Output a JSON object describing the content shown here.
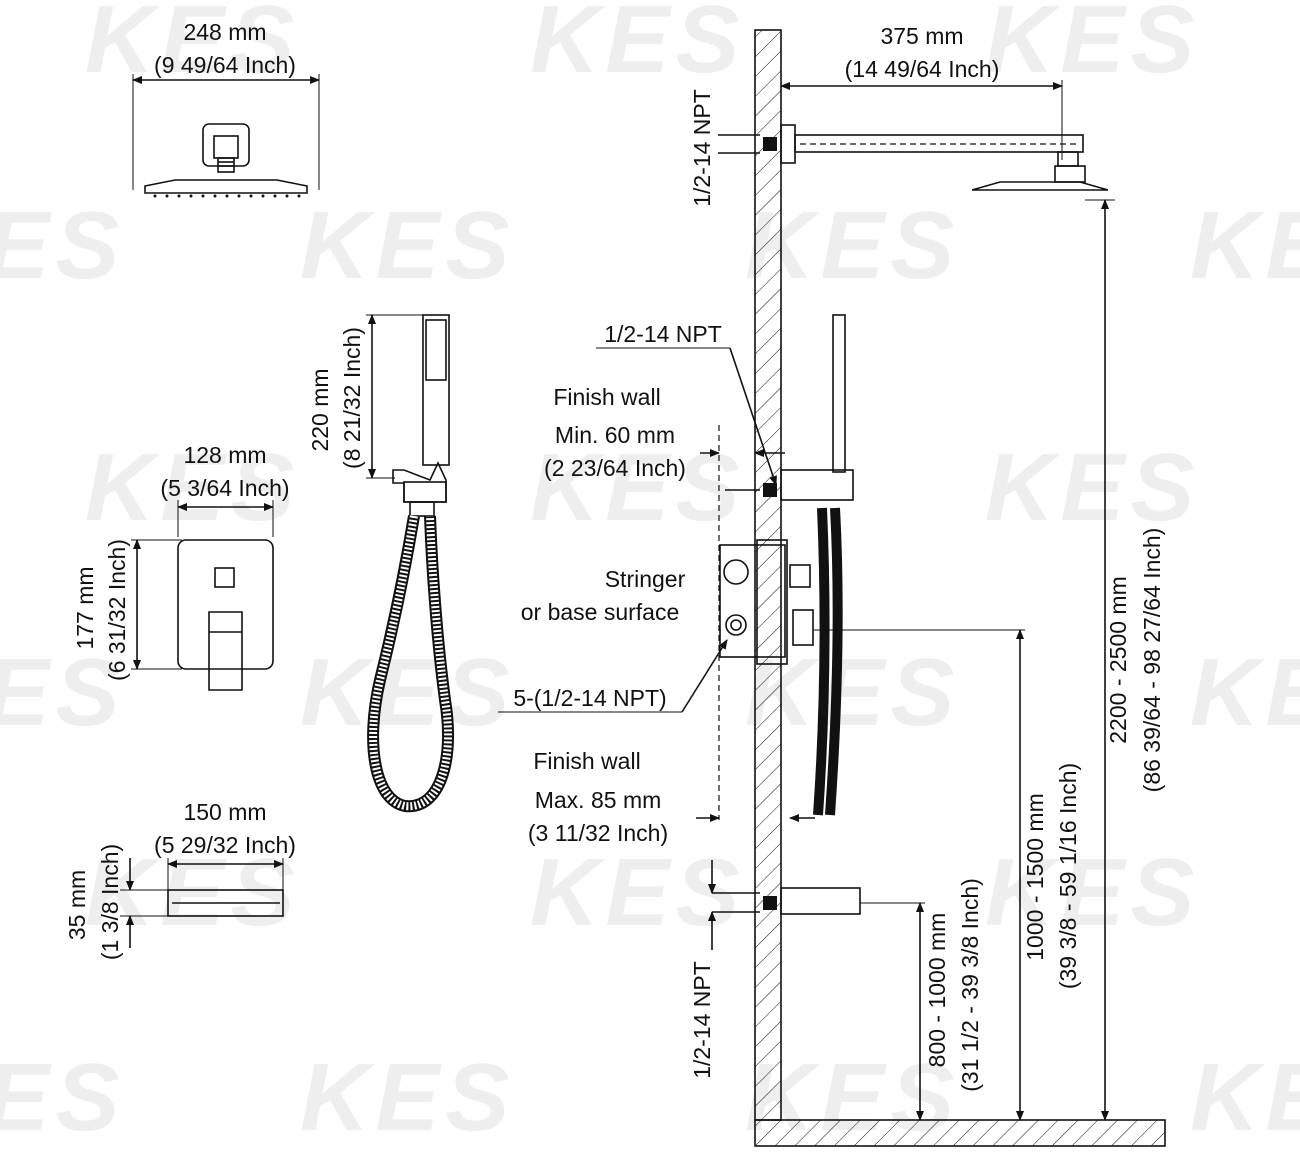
{
  "brand": {
    "watermark": "KES"
  },
  "colors": {
    "line": "#111111",
    "watermark": "#eeeeee",
    "background": "#ffffff"
  },
  "shower_head": {
    "width_mm": "248 mm",
    "width_in": "(9 49/64 Inch)"
  },
  "shower_arm": {
    "length_mm": "375 mm",
    "length_in": "(14 49/64 Inch)",
    "thread": "1/2-14 NPT"
  },
  "hand_shower": {
    "length_mm": "220 mm",
    "length_in": "(8 21/32 Inch)"
  },
  "trim_plate": {
    "width_mm": "128 mm",
    "width_in": "(5 3/64 Inch)",
    "height_mm": "177 mm",
    "height_in": "(6 31/32 Inch)"
  },
  "spout": {
    "width_mm": "150 mm",
    "width_in": "(5 29/32 Inch)",
    "height_mm": "35 mm",
    "height_in": "(1 3/8 Inch)",
    "thread": "1/2-14 NPT"
  },
  "valve": {
    "outlet_thread": "1/2-14 NPT",
    "finish_wall_label": "Finish wall",
    "min_depth_mm": "Min. 60 mm",
    "min_depth_in": "(2 23/64 Inch)",
    "stringer_line1": "Stringer",
    "stringer_line2": "or base surface",
    "ports": "5-(1/2-14 NPT)",
    "max_depth_mm": "Max. 85 mm",
    "max_depth_in": "(3 11/32 Inch)"
  },
  "heights": {
    "spout_mm": "800 - 1000 mm",
    "spout_in": "(31 1/2 - 39 3/8 Inch)",
    "valve_mm": "1000 - 1500 mm",
    "valve_in": "(39 3/8 - 59 1/16 Inch)",
    "head_mm": "2200 - 2500 mm",
    "head_in": "(86 39/64 - 98 27/64 Inch)"
  }
}
